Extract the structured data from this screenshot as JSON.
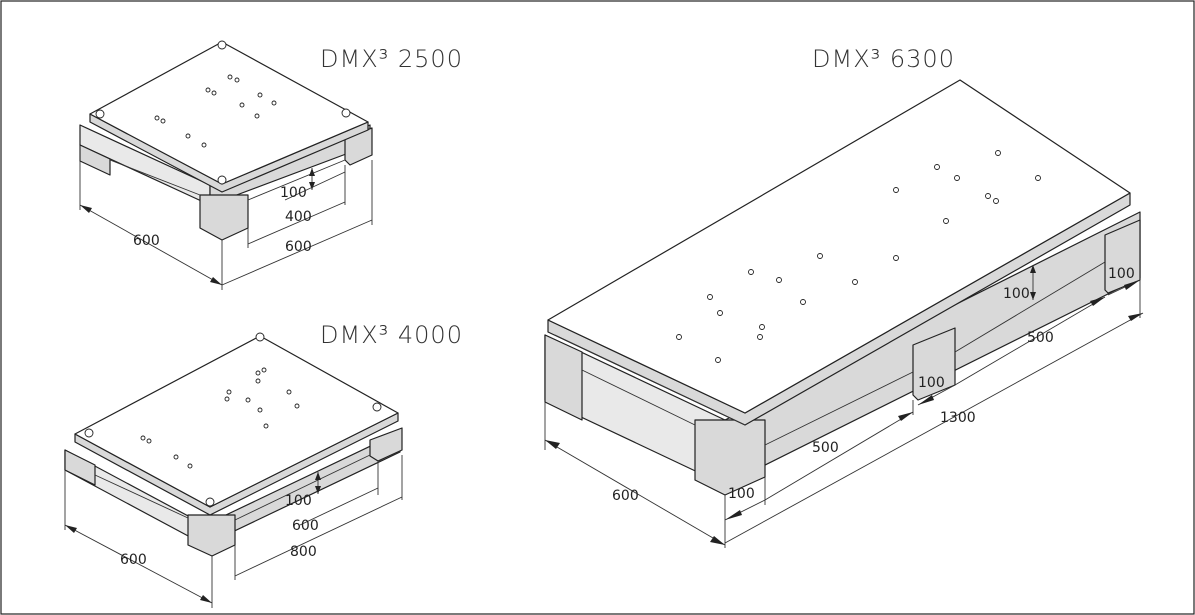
{
  "titles": {
    "dmx2500": "DMX³ 2500",
    "dmx4000": "DMX³ 4000",
    "dmx6300": "DMX³ 6300"
  },
  "dimensions": {
    "dmx2500": {
      "height": "100",
      "inner": "400",
      "length": "600",
      "width": "600"
    },
    "dmx4000": {
      "height": "100",
      "inner": "600",
      "length": "800",
      "width": "600"
    },
    "dmx6300": {
      "height_a": "100",
      "span_a": "500",
      "height_b": "100",
      "span_b": "500",
      "length": "1300",
      "width": "600",
      "foot_a": "100",
      "foot_b": "100"
    }
  }
}
